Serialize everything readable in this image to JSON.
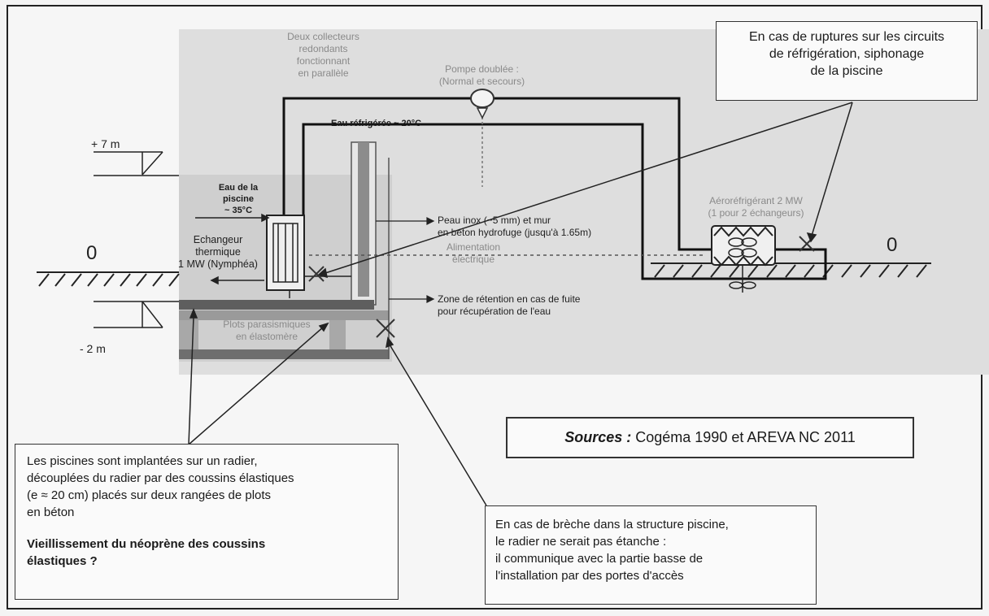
{
  "labels": {
    "collectors": "Deux collecteurs\nredondants\nfonctionnant\nen parallèle",
    "pump": "Pompe doublée :\n(Normal et secours)",
    "chilled_water": "Eau réfrigérée ~ 20°C",
    "pool_water": "Eau de la\npiscine\n~ 35°C",
    "exchanger": "Echangeur\nthermique\n1 MW (Nymphéa)",
    "steel_skin": "Peau inox (~5 mm) et mur\nen béton hydrofuge (jusqu'à 1.65m)",
    "power": "Alimentation\nélectrique",
    "retention": "Zone de rétention en cas de fuite\npour récupération de l'eau",
    "pads": "Plots parasismiques\nen élastomère",
    "aero": "Aéroréfrigérant 2 MW\n(1 pour 2 échangeurs)",
    "level_plus7": "+ 7 m",
    "level_zero_left": "0",
    "level_zero_right": "0",
    "level_minus2": "- 2 m"
  },
  "callouts": {
    "rupture": "En cas de ruptures sur les circuits\nde réfrigération, siphonage\nde la piscine",
    "radier": "Les piscines sont implantées sur un radier,\ndécouplées du radier par des coussins élastiques\n(e ≈ 20 cm) placés sur deux rangées de plots\n en béton",
    "aging": "Vieillissement du néoprène des coussins\nélastiques ?",
    "breche": "En cas de brèche dans la structure piscine,\nle radier ne serait pas étanche :\nil communique avec la partie basse de\nl'installation par des portes d'accès"
  },
  "sources": {
    "label": "Sources :",
    "text": " Cogéma 1990 et AREVA NC 2011"
  }
}
